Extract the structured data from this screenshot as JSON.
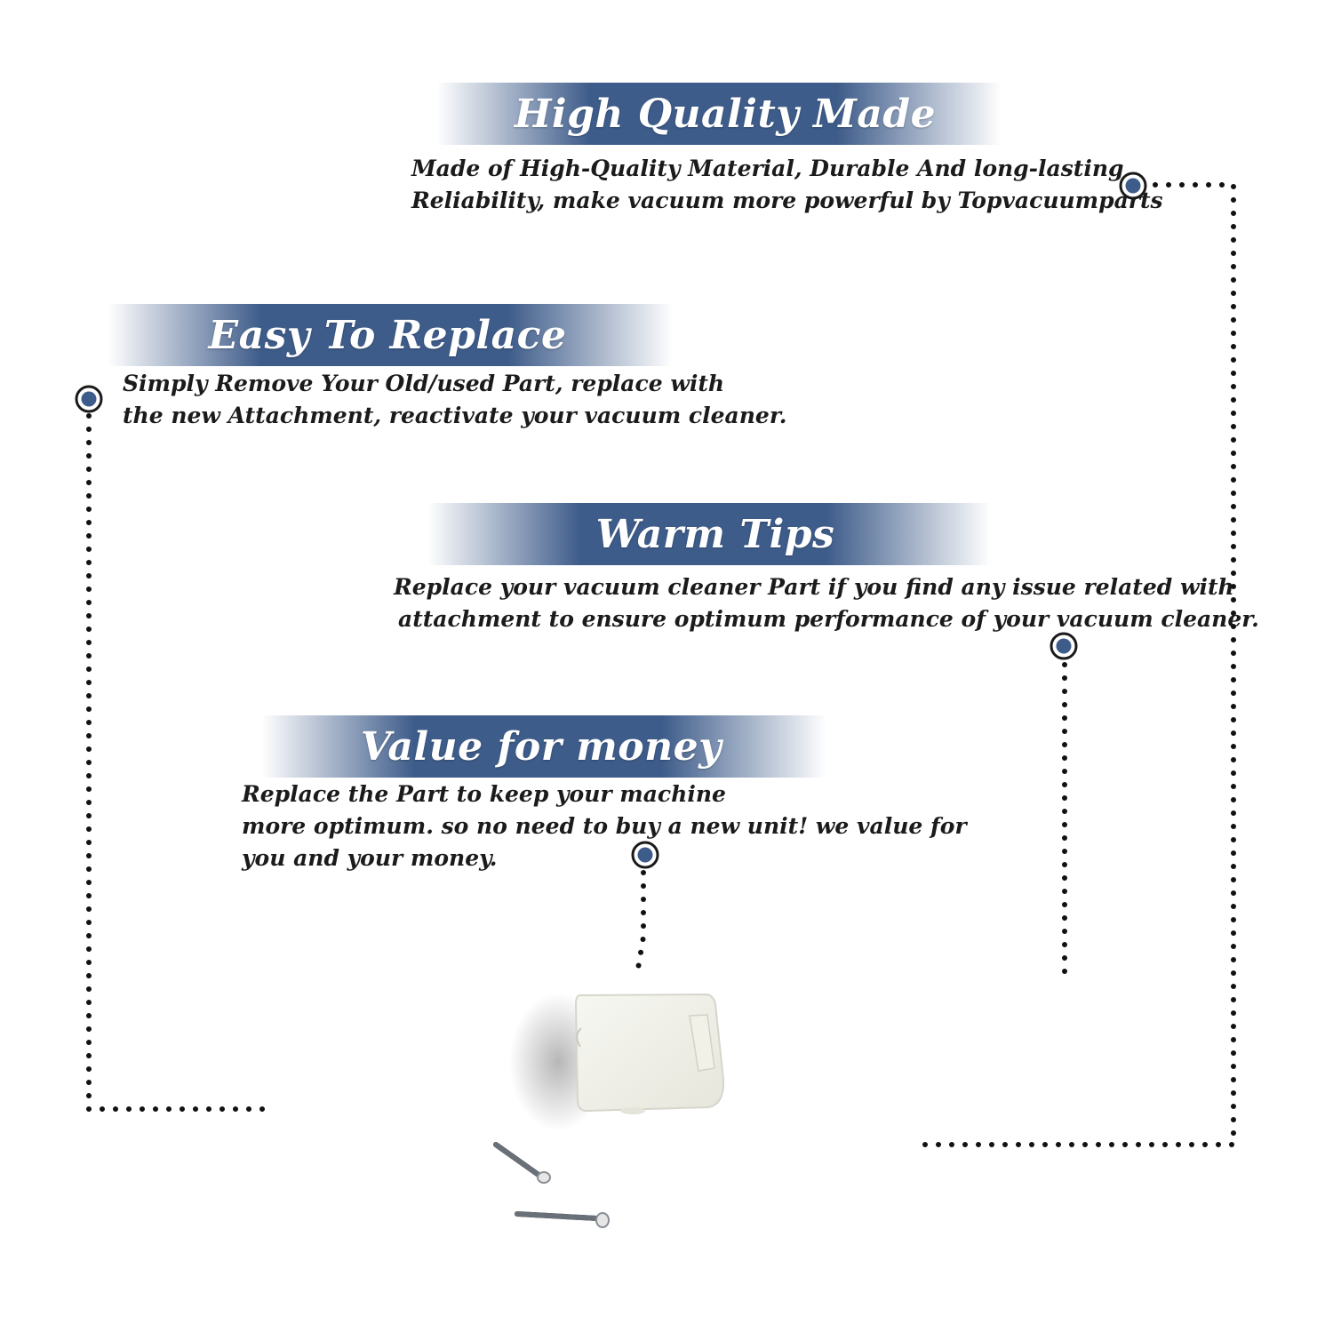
{
  "sections": [
    {
      "title": "High Quality Made",
      "lines": [
        "Made of  High-Quality Material, Durable And long-lasting",
        "Reliability, make vacuum more powerful by Topvacuumparts"
      ]
    },
    {
      "title": "Easy To Replace",
      "lines": [
        "Simply Remove Your Old/used Part, replace with",
        "the new Attachment, reactivate your vacuum cleaner."
      ]
    },
    {
      "title": "Warm Tips",
      "lines": [
        "Replace your vacuum cleaner Part if you find any issue related with",
        "attachment to ensure optimum performance of your vacuum cleaner."
      ]
    },
    {
      "title": "Value for money",
      "lines": [
        "Replace the Part to keep your machine",
        "more optimum. so no need to buy a new unit! we value for",
        "you and your money."
      ]
    }
  ],
  "colors": {
    "banner": "#3e5c8a",
    "marker": "#3e5c8a",
    "text": "#1b1b1b",
    "dots": "#111111"
  }
}
